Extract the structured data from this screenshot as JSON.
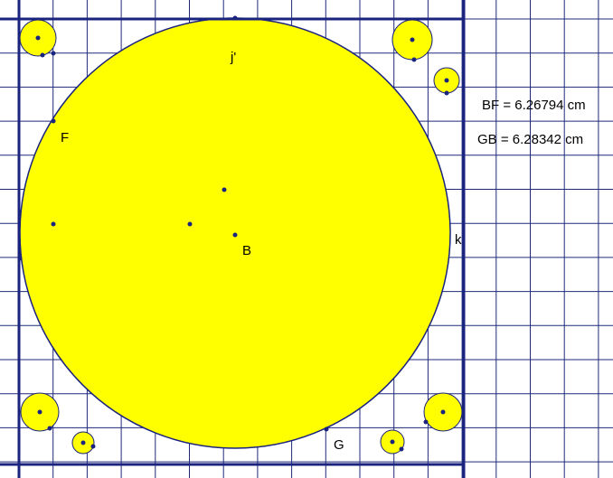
{
  "colors": {
    "background": "#ffffff",
    "grid": "#1f2a7a",
    "border": "#1a237e",
    "disk_fill": "#ffff00",
    "disk_stroke": "#1a237e",
    "point": "#1a237e",
    "text": "#000000"
  },
  "labels": {
    "j_prime": "j'",
    "F": "F",
    "B": "B",
    "G": "G",
    "k": "k"
  },
  "measurements": {
    "bf": "BF = 6.26794 cm",
    "gb": "GB = 6.28342 cm"
  }
}
